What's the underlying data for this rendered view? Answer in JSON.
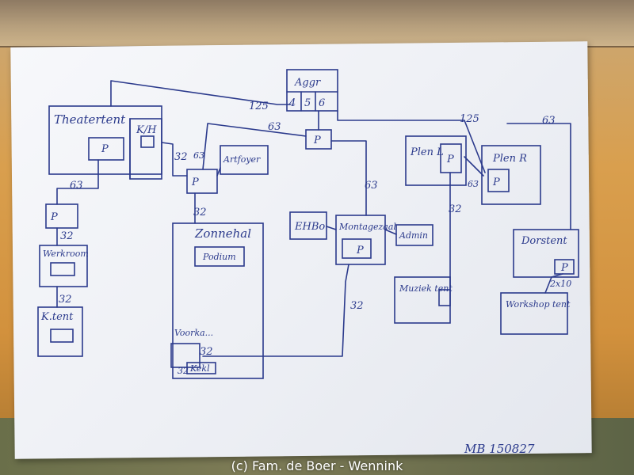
{
  "photo": {
    "caption": "(c) Fam. de Boer - Wennink",
    "sketch_signature": "MB 150827"
  },
  "sketch": {
    "labels": {
      "aggr": "Aggr",
      "aggr_port_4": "4",
      "aggr_port_5": "5",
      "aggr_port_6": "6",
      "theatertent": "Theatertent",
      "kh": "K/H",
      "artifoyer": "Artfoyer",
      "zonnehal": "Zonnehal",
      "podium": "Podium",
      "voorkant": "Voorka...",
      "kekl": "Kekl",
      "werkroom": "Werkroom",
      "kitent": "K.tent",
      "ehbo": "EHBo",
      "montagezaal": "Montagezaal",
      "admin": "Admin",
      "plenl": "Plen L",
      "plenr": "Plen R",
      "muziektent": "Muziek tent",
      "dorstent": "Dorstent",
      "workshoptent": "Workshop tent",
      "switch_p": "P"
    },
    "link_labels": {
      "l125_left": "125",
      "l125_right": "125",
      "l63_aggr": "63",
      "l63_right": "63",
      "l63_theater": "63",
      "l63_montage": "63",
      "l63_artfoyer": "63",
      "l63_plenr": "63",
      "l32_kh": "32",
      "l32_zonnehal": "32",
      "l32_werkroom": "32",
      "l32_ktent": "32",
      "l32_muziek": "32",
      "l32_montage": "32",
      "l32_voorkant": "32",
      "l32_kekl": "32",
      "l2x10": "2x10"
    }
  }
}
